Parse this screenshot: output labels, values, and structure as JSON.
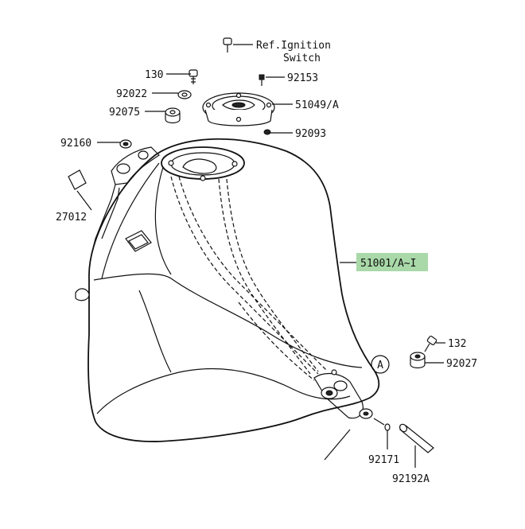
{
  "callouts": {
    "ref_ignition_line1": "Ref.Ignition",
    "ref_ignition_line2": "Switch",
    "p130": "130",
    "p92153": "92153",
    "p92022": "92022",
    "p51049": "51049/A",
    "p92075": "92075",
    "p92093": "92093",
    "p92160": "92160",
    "p27012": "27012",
    "p51001": "51001/A~I",
    "p132": "132",
    "p92027": "92027",
    "p92171": "92171",
    "p92192": "92192A",
    "marker_a": "A"
  },
  "colors": {
    "highlight": "#a9d9a9",
    "line": "#111111"
  }
}
